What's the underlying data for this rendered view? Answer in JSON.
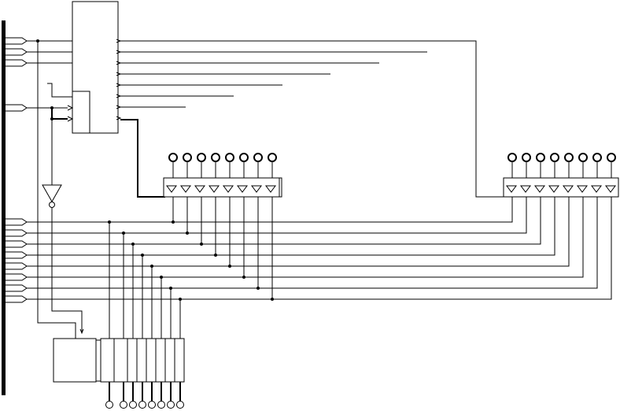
{
  "diagram": {
    "type": "logic-schematic",
    "background": "#ffffff",
    "stroke_color": "#000000",
    "components": {
      "decoder": "decoder-block",
      "buffer": "inverting-buffer",
      "latch_array": "latch-register",
      "driver_group_left": "tristate-driver-array",
      "driver_group_right": "tristate-driver-array",
      "io_pads": "bond-pad",
      "bus": "vertical-bus"
    },
    "counts": {
      "decoder_outputs": 8,
      "left_pads": 8,
      "right_pads": 8,
      "data_lines": 8,
      "latch_cells": 8,
      "bottom_terminals": 8
    },
    "text_labels": []
  }
}
